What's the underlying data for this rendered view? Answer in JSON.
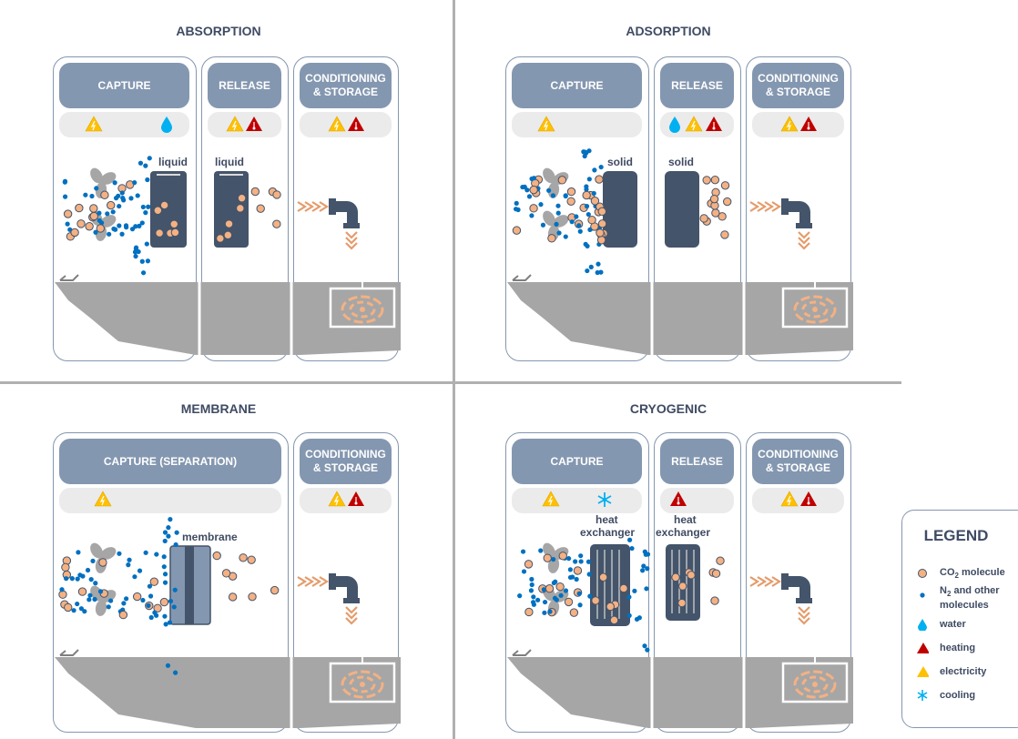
{
  "sections": {
    "absorption": {
      "title": "ABSORPTION",
      "capture": "CAPTURE",
      "release": "RELEASE",
      "conditioning": "CONDITIONING\n& STORAGE",
      "label_capture": "liquid",
      "label_release": "liquid"
    },
    "adsorption": {
      "title": "ADSORPTION",
      "capture": "CAPTURE",
      "release": "RELEASE",
      "conditioning": "CONDITIONING\n& STORAGE",
      "label_release": "solid",
      "label_capture": "solid"
    },
    "membrane": {
      "title": "MEMBRANE",
      "capture": "CAPTURE (SEPARATION)",
      "conditioning": "CONDITIONING\n& STORAGE",
      "label_capture": "membrane"
    },
    "cryogenic": {
      "title": "CRYOGENIC",
      "capture": "CAPTURE",
      "release": "RELEASE",
      "conditioning": "CONDITIONING\n& STORAGE",
      "label_capture_1": "heat",
      "label_capture_2": "exchanger",
      "label_release_1": "heat",
      "label_release_2": "exchanger"
    }
  },
  "legend": {
    "title": "LEGEND",
    "co2_prefix": "CO",
    "co2_sub": "2",
    "co2_suffix": " molecule",
    "n2_prefix": "N",
    "n2_sub": "2",
    "n2_suffix": " and other",
    "n2_line2": "molecules",
    "water": "water",
    "heating": "heating",
    "electricity": "electricity",
    "cooling": "cooling"
  },
  "colors": {
    "panel_header": "#8497b0",
    "co2": "#f4b183",
    "n2": "#0070c0",
    "water": "#00b0f0",
    "heating": "#c00000",
    "electricity": "#ffc000",
    "cooling": "#00b0f0",
    "device": "#44546a",
    "ground": "#a6a6a6"
  },
  "icons": [
    "electricity-icon",
    "water-icon",
    "heating-icon",
    "cooling-icon",
    "fan-icon",
    "pipe-elbow-icon",
    "storage-reservoir-icon"
  ]
}
